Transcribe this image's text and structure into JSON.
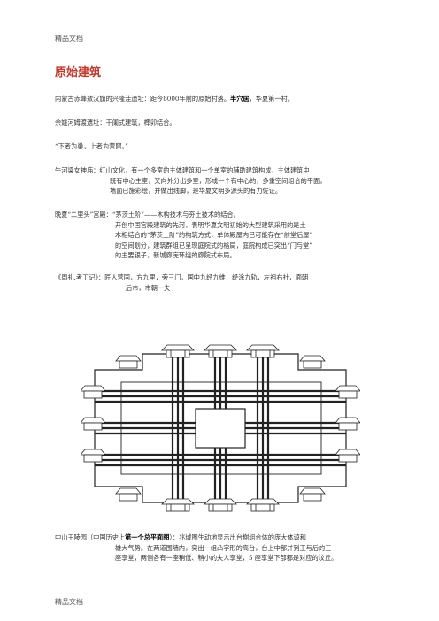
{
  "header": "精品文档",
  "footer": "精品文档",
  "title": "原始建筑",
  "p1": {
    "prefix": "内蒙古赤峰敖汉旗的兴隆洼遗址：距今",
    "num": "8000",
    "mid": "年前的原始村落。",
    "bold": "半穴居",
    "suffix": "，华夏第一村。"
  },
  "p2": "余姚河姆渡遗址：干阑式建筑，榫卯结合。",
  "p3": "“下者为巢，上者为营窟。”",
  "p4": {
    "lead": "牛河梁女神庙：",
    "l1": "红山文化，有一个多室的主体建筑和一个单室的辅助建筑构成，主体建筑中",
    "l2": "既有中心主室，又向外分出多室，形成一个有中心的，多重空间组合的平面，",
    "l3": "墙面已施彩绘，并做出线脚，是华夏文明多源头的有力佐证。"
  },
  "p5": {
    "lead": "晚夏“二里头”宫殿：",
    "l1": "“茅茨土阶”——木构技术与夯土技术的结合。",
    "l2": "开创中国宫殿建筑的先河，表明华夏文明初始的大型建筑采用的是土",
    "l3": "木相结合的“茅茨土阶”的构筑方式，单体殿屋内已可能存在“前堂后屋”",
    "l4": "的空间划分，建筑群组已呈现庭院式的格局，庭院构成已突出“门与堂”",
    "l5": "的主要银子，新城廊庑环绕的廊院式布局。"
  },
  "p6": {
    "l1": "《周礼.考工记》：匠人营国，方九里，旁三门，国中九经九维，经涂九轨，左祖右社，面朝",
    "l2": "后市，市朝一夫"
  },
  "p7": {
    "lead": "中山王陵园（中国历史上",
    "bold": "第一个总平面图",
    "l1rest": "）：兆域图生动地显示出台榭组合体的庞大体谅和",
    "l2": "雄大气势。在两道围墙内，突出一组凸字形的高台，台上中部并列王与后的三",
    "l3": "座享堂，两侧各有一座稍低、稍小的夫人享堂，5 座享堂下部都是对应的坟丘。"
  }
}
